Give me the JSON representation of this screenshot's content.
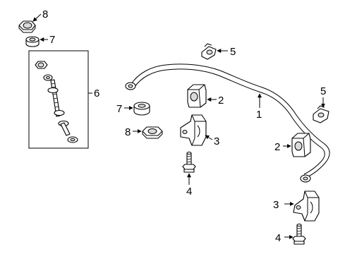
{
  "diagram": {
    "callouts": {
      "c1": "1",
      "c2a": "2",
      "c2b": "2",
      "c3a": "3",
      "c3b": "3",
      "c4a": "4",
      "c4b": "4",
      "c5a": "5",
      "c5b": "5",
      "c6": "6",
      "c7a": "7",
      "c7b": "7",
      "c8a": "8",
      "c8b": "8"
    }
  }
}
